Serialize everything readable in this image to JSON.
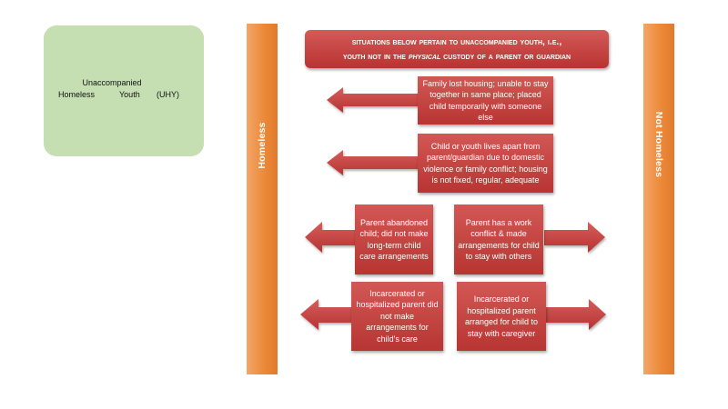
{
  "uhy_box": {
    "line1": "Unaccompanied",
    "word_homeless": "Homeless",
    "word_youth": "Youth",
    "word_abbr": "(UHY)"
  },
  "left_bar_label": "Homeless",
  "right_bar_label": "Not Homeless",
  "banner": {
    "line1": "Situations below pertain to unaccompanied youth, i.e.,",
    "line2_before": "youth not in the",
    "line2_italic": "physical",
    "line2_after": "custody of a parent or guardian"
  },
  "situations": {
    "family_lost_housing": "Family lost housing; unable to stay together in same place; placed child temporarily with someone else",
    "lives_apart": "Child or youth lives apart from parent/guardian due to domestic violence or family conflict; housing is not fixed, regular, adequate",
    "parent_abandoned": "Parent abandoned child; did not make long-term child care arrangements",
    "work_conflict": "Parent has a work conflict & made arrangements for child to stay with others",
    "incarcerated_no_arrangements": "Incarcerated or hospitalized parent did not make arrangements for child's care",
    "incarcerated_arranged": "Incarcerated or hospitalized parent arranged for child to stay with caregiver"
  },
  "colors": {
    "orange_bar": "#ec8a3a",
    "red_box": "#c0403d",
    "green_box": "#c5dfb2"
  }
}
